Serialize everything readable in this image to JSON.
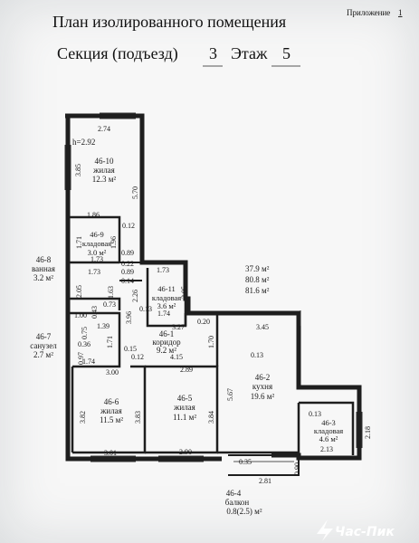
{
  "header": {
    "appendix_label": "Приложение",
    "appendix_number": "1",
    "title": "План изолированного помещения",
    "section_label": "Секция (подъезд)",
    "section_value": "3",
    "floor_label": "Этаж",
    "floor_value": "5"
  },
  "totals": {
    "line1": "37.9 м²",
    "line2": "80.8 м²",
    "line3": "81.6 м²"
  },
  "rooms": [
    {
      "id": "46-10",
      "name": "жилая",
      "area": "12.3 м²"
    },
    {
      "id": "46-9",
      "name": "кладовая",
      "area": "3.0 м²"
    },
    {
      "id": "46-8",
      "name": "ванная",
      "area": "3.2 м²"
    },
    {
      "id": "46-11",
      "name": "кладовая",
      "area": "3.6 м²"
    },
    {
      "id": "46-7",
      "name": "санузел",
      "area": "2.7 м²"
    },
    {
      "id": "46-1",
      "name": "коридор",
      "area": "9.2 м²"
    },
    {
      "id": "46-2",
      "name": "кухня",
      "area": "19.6 м²"
    },
    {
      "id": "46-6",
      "name": "жилая",
      "area": "11.5 м²"
    },
    {
      "id": "46-5",
      "name": "жилая",
      "area": "11.1 м²"
    },
    {
      "id": "46-3",
      "name": "кладовая",
      "area": "4.6 м²"
    },
    {
      "id": "46-4",
      "name": "балкон",
      "area": "0.8(2.5) м²"
    }
  ],
  "height_label": "h=2.92",
  "dimensions": [
    "2.74",
    "3.85",
    "5.70",
    "1.86",
    "0.12",
    "1.71",
    "1.96",
    "0.89",
    "1.73",
    "0.22",
    "1.73",
    "0.89",
    "2.05",
    "0.14",
    "1.63",
    "2.26",
    "2.05",
    "0.73",
    "0.13",
    "1.74",
    "1.00",
    "0.43",
    "3.96",
    "3.27",
    "0.20",
    "3.45",
    "0.75",
    "1.39",
    "1.71",
    "1.70",
    "0.36",
    "0.15",
    "0.13",
    "0.97",
    "1.74",
    "0.12",
    "4.15",
    "3.00",
    "2.89",
    "5.67",
    "3.82",
    "3.83",
    "3.84",
    "0.13",
    "2.18",
    "2.13",
    "3.01",
    "2.90",
    "0.35",
    "0.90",
    "2.81"
  ],
  "watermark": "Час-Пик"
}
